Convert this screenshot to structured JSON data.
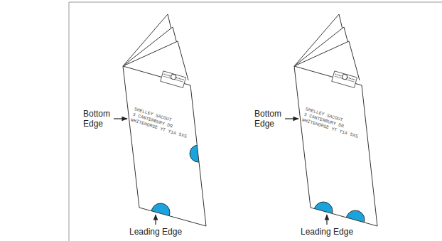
{
  "diagram": {
    "labels": [
      "Bottom Edge",
      "SHELLEY SACOUT",
      "3 CANTERBURY DR",
      "WHITEHORSE YT  Y1A 5X5",
      "Leading Edge",
      "Bottom Edge",
      "SHELLEY SACOUT",
      "3 CANTERBURY DR",
      "WHITEHORSE YT  Y1A 5X5",
      "Leading Edge"
    ]
  }
}
